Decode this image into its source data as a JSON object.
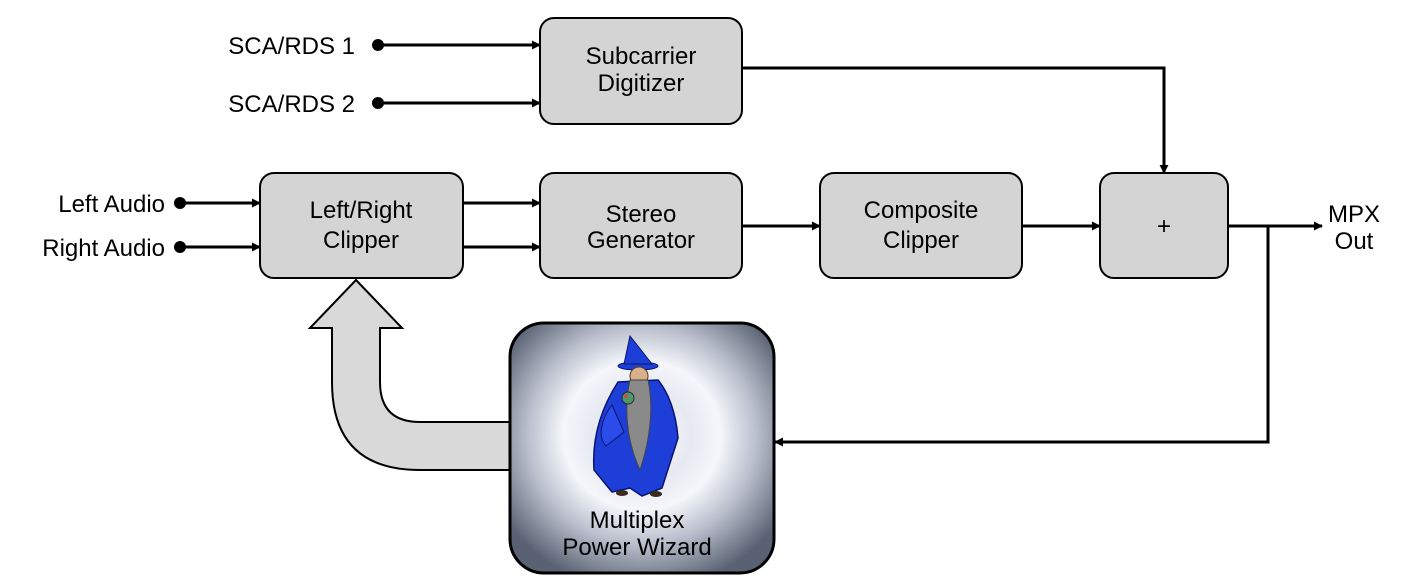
{
  "inputs": {
    "sca1": "SCA/RDS 1",
    "sca2": "SCA/RDS 2",
    "left": "Left Audio",
    "right": "Right Audio"
  },
  "blocks": {
    "subcarrier": [
      "Subcarrier",
      "Digitizer"
    ],
    "lr_clipper": [
      "Left/Right",
      "Clipper"
    ],
    "stereo": [
      "Stereo",
      "Generator"
    ],
    "composite": [
      "Composite",
      "Clipper"
    ],
    "sum": "+",
    "wizard": [
      "Multiplex",
      "Power Wizard"
    ]
  },
  "output": [
    "MPX",
    "Out"
  ],
  "colors": {
    "block_fill": "#d4d4d4",
    "block_stroke": "#000000",
    "wizard_outer": "#5a6172",
    "wizard_inner": "#f4f6fa",
    "wizard_robe": "#1e3ed8",
    "feedback_arrow": "#d9d9d9"
  },
  "icons": [
    "wizard-figure-icon"
  ]
}
